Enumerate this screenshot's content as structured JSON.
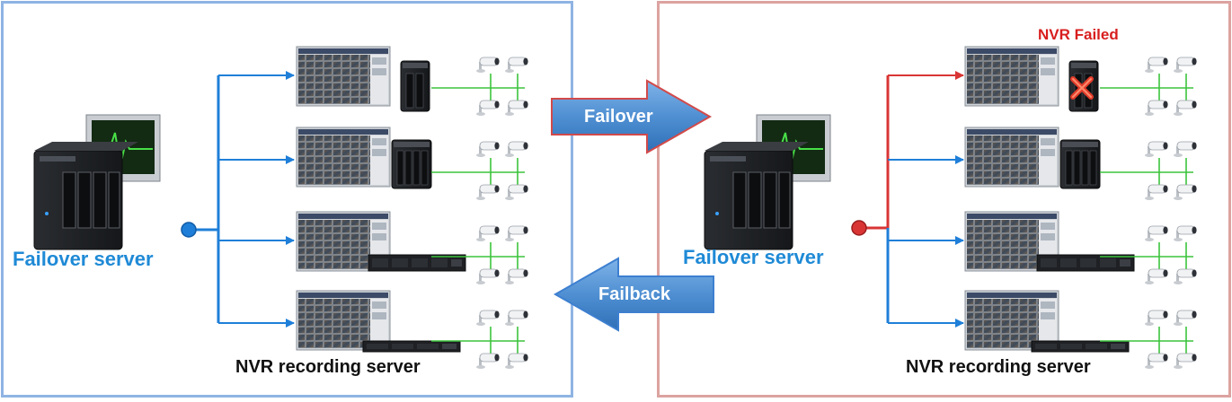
{
  "left": {
    "failover_label": "Failover server",
    "nvr_label": "NVR recording server"
  },
  "right": {
    "failover_label": "Failover server",
    "nvr_label": "NVR recording server",
    "failed_label": "NVR Failed"
  },
  "arrows": {
    "failover": "Failover",
    "failback": "Failback"
  },
  "colors": {
    "left_border": "#8fb4e3",
    "right_border": "#dca3a0",
    "line_blue": "#1f7fd8",
    "line_red": "#d93535",
    "line_green": "#3cc43c",
    "label_blue": "#1f8ad6",
    "label_red": "#d81e1e",
    "arrow_fill": "#4f8fd2"
  },
  "icons": [
    "nas-server-icon",
    "heartbeat-monitor-icon",
    "nvr-monitor-icon",
    "ip-camera-icon",
    "rack-server-icon",
    "failed-x-icon",
    "connector-dot-icon"
  ]
}
